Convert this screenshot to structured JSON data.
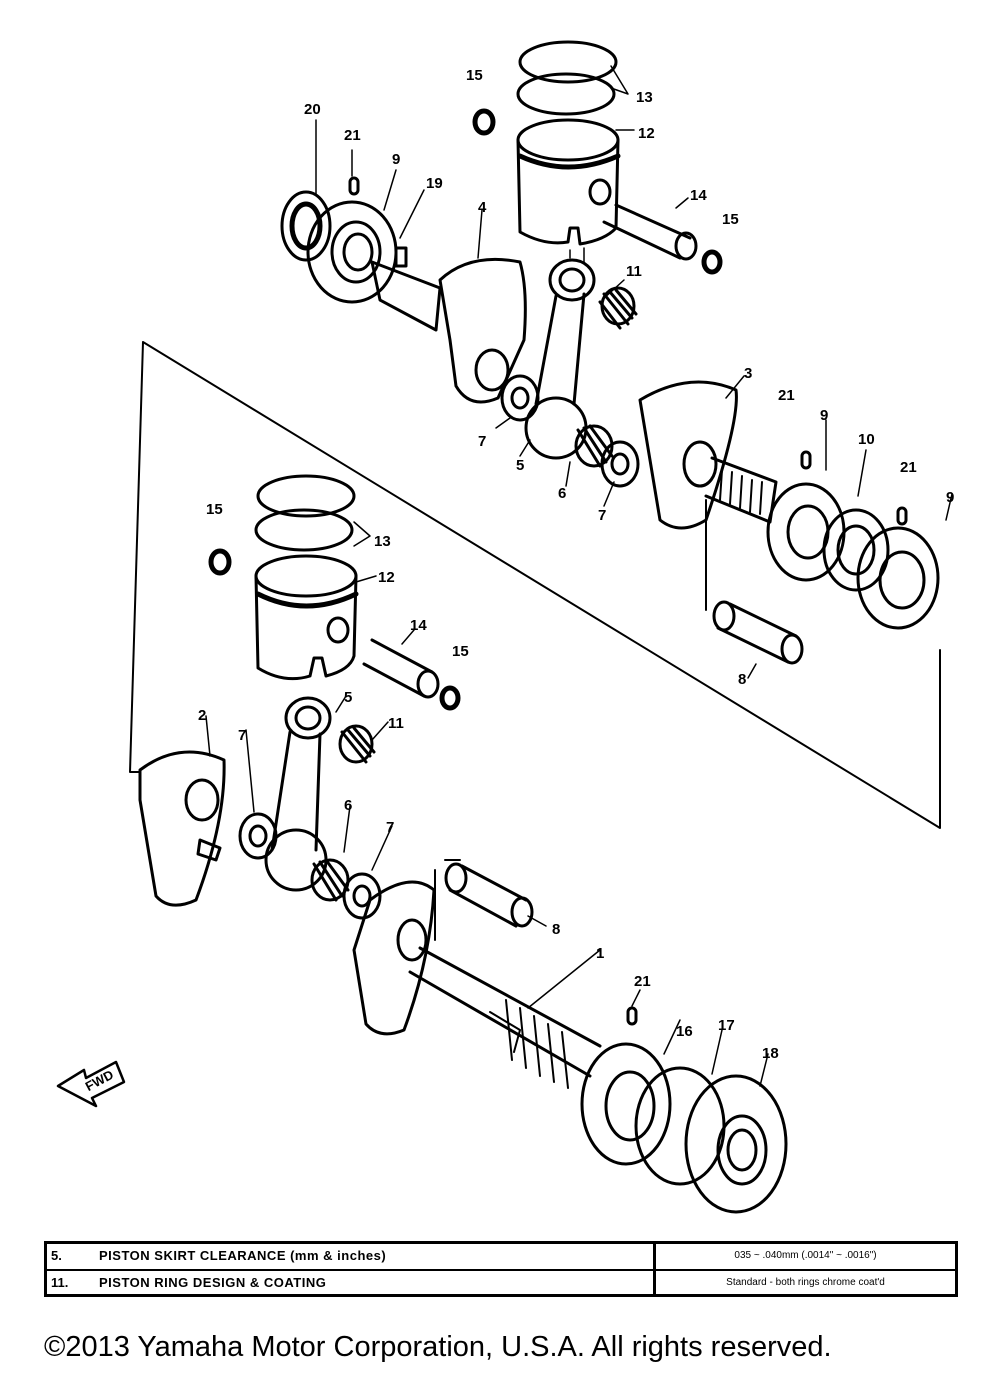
{
  "callouts": {
    "c1": "1",
    "c2": "2",
    "c3": "3",
    "c4": "4",
    "c5a": "5",
    "c5b": "5",
    "c6a": "6",
    "c6b": "6",
    "c7a": "7",
    "c7b": "7",
    "c7c": "7",
    "c7d": "7",
    "c8a": "8",
    "c8b": "8",
    "c9a": "9",
    "c9b": "9",
    "c9c": "9",
    "c10": "10",
    "c11a": "11",
    "c11b": "11",
    "c12a": "12",
    "c12b": "12",
    "c13a": "13",
    "c13b": "13",
    "c14a": "14",
    "c14b": "14",
    "c15a": "15",
    "c15b": "15",
    "c15c": "15",
    "c15d": "15",
    "c16": "16",
    "c17": "17",
    "c18": "18",
    "c19": "19",
    "c20": "20",
    "c21a": "21",
    "c21b": "21",
    "c21c": "21",
    "c21d": "21"
  },
  "fwd_label": "FWD",
  "spec_table": {
    "rows": [
      {
        "no": "5.",
        "label": "PISTON SKIRT CLEARANCE (mm & inches)",
        "value": "035 ~ .040mm (.0014\" ~ .0016\")"
      },
      {
        "no": "11.",
        "label": "PISTON RING DESIGN & COATING",
        "value": "Standard - both rings chrome coat'd"
      }
    ]
  },
  "copyright": "©2013 Yamaha Motor Corporation, U.S.A. All rights reserved."
}
